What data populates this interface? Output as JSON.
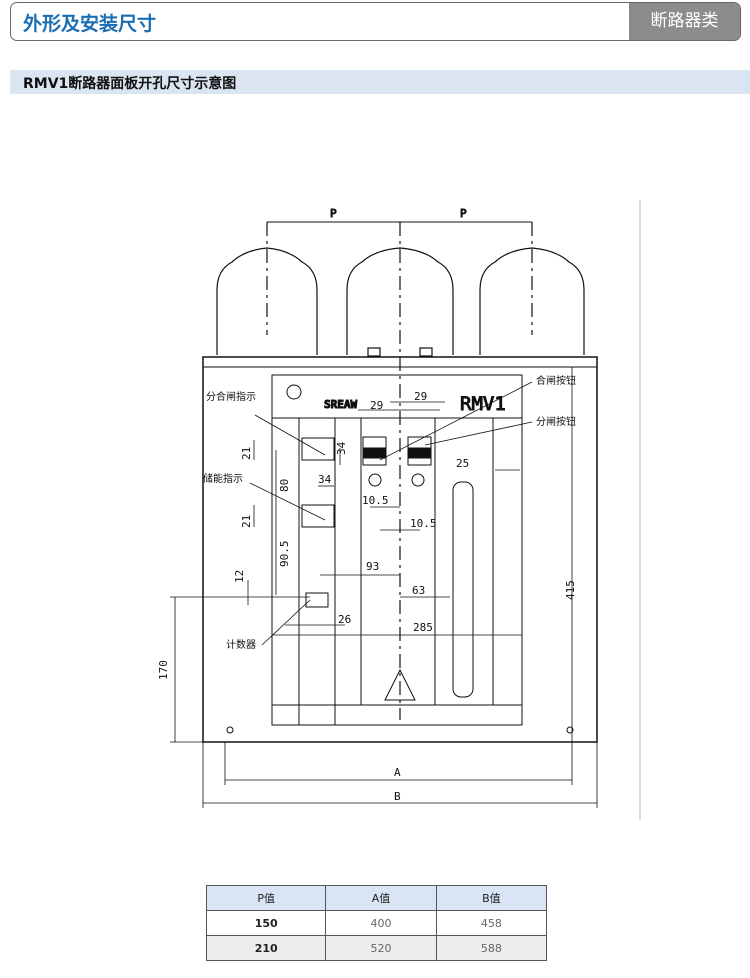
{
  "header": {
    "title": "外形及安装尺寸",
    "category": "断路器类"
  },
  "section": {
    "title": "RMV1断路器面板开孔尺寸示意图"
  },
  "drawing": {
    "brand": "SREAW",
    "model": "RMV1",
    "labels": {
      "open_close_indicator": "分合闸指示",
      "storage_indicator": "储能指示",
      "counter": "计数器",
      "close_button": "合闸按钮",
      "open_button": "分闸按钮"
    },
    "dimensions": {
      "p1": "P",
      "p2": "P",
      "d29a": "29",
      "d29b": "29",
      "d34v": "34",
      "d34h": "34",
      "d21a": "21",
      "d21b": "21",
      "d80": "80",
      "d90_5": "90.5",
      "d12": "12",
      "d25": "25",
      "d10_5a": "10.5",
      "d10_5b": "10.5",
      "d93": "93",
      "d63": "63",
      "d26": "26",
      "d285": "285",
      "d415": "415",
      "d170": "170",
      "a": "A",
      "b": "B"
    }
  },
  "table": {
    "headers": [
      "P值",
      "A值",
      "B值"
    ],
    "rows": [
      [
        "150",
        "400",
        "458"
      ],
      [
        "210",
        "520",
        "588"
      ]
    ]
  }
}
